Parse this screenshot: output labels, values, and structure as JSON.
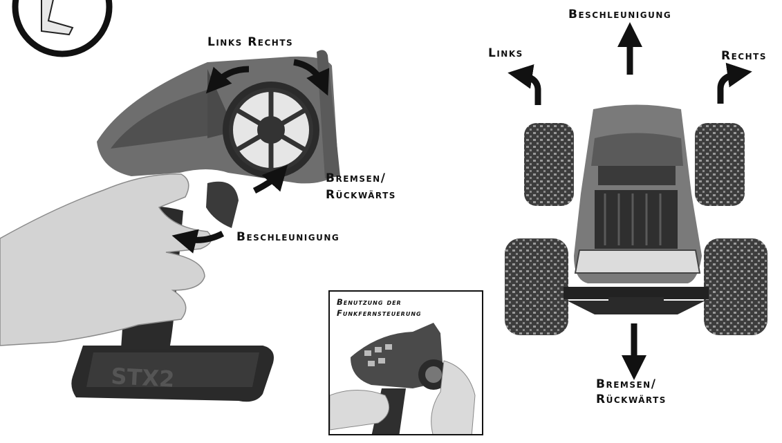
{
  "labels": {
    "links_rechts": "Links Rechts",
    "bremsen_left_1": "Bremsen/",
    "bremsen_left_2": "Rückwärts",
    "beschleunigung_left": "Beschleunigung",
    "beschleunigung_top": "Beschleunigung",
    "links": "Links",
    "rechts": "Rechts",
    "bremsen_bottom_1": "Bremsen/",
    "bremsen_bottom_2": "Rückwärts"
  },
  "inset": {
    "title_line1": "Benutzung der",
    "title_line2": "Funkfernsteuerung"
  },
  "transmitter": {
    "handle_brand": "STX2"
  },
  "colors": {
    "ink": "#111111",
    "body_grey": "#6e6e6e",
    "dark_grey": "#2b2b2b",
    "tire": "#3a3a3a",
    "skin": "#cfcfcf"
  }
}
